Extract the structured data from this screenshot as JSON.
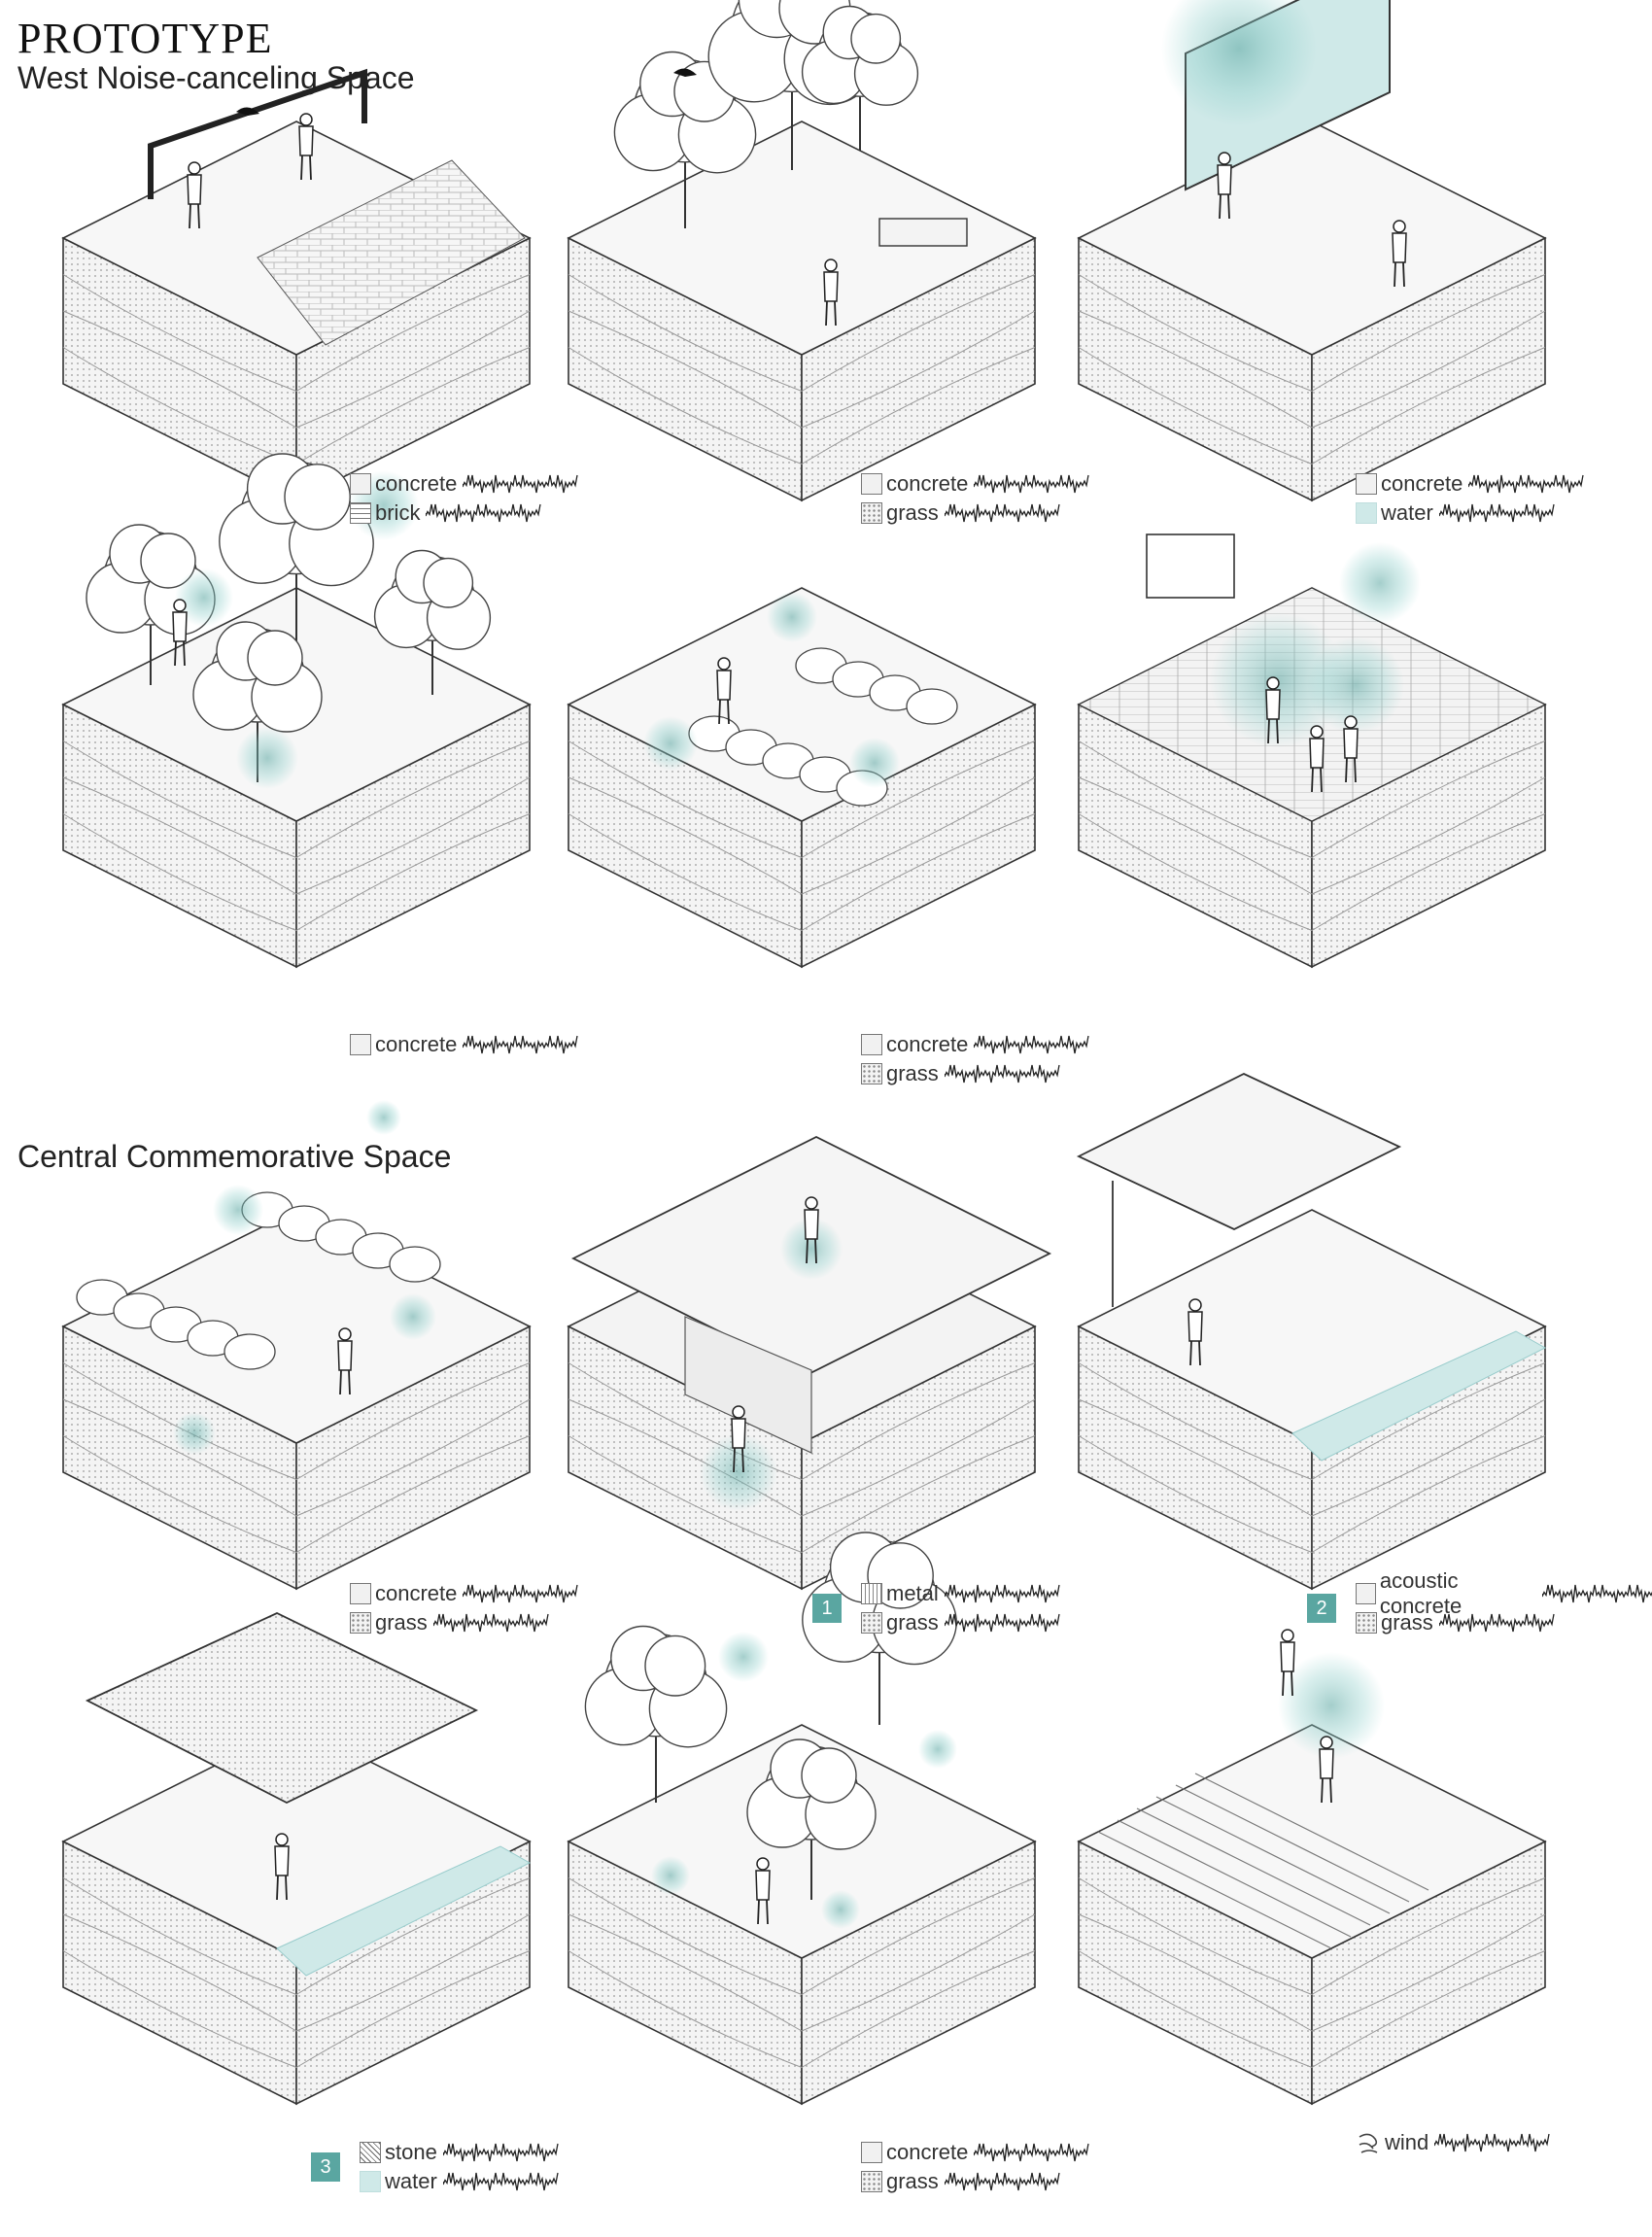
{
  "header": {
    "title": "PROTOTYPE",
    "section_west": "West Noise-canceling Space",
    "section_central": "Central Commemorative Space"
  },
  "legends": [
    {
      "items": [
        {
          "label": "concrete",
          "swatch": "concrete"
        },
        {
          "label": "brick",
          "swatch": "brick"
        }
      ]
    },
    {
      "items": [
        {
          "label": "concrete",
          "swatch": "concrete"
        },
        {
          "label": "grass",
          "swatch": "grass"
        }
      ]
    },
    {
      "items": [
        {
          "label": "concrete",
          "swatch": "concrete"
        },
        {
          "label": "water",
          "swatch": "water"
        }
      ]
    },
    {
      "items": [
        {
          "label": "concrete",
          "swatch": "concrete"
        }
      ]
    },
    {
      "items": [
        {
          "label": "concrete",
          "swatch": "concrete"
        },
        {
          "label": "grass",
          "swatch": "grass"
        }
      ]
    },
    {
      "items": [
        {
          "label": "concrete",
          "swatch": "concrete"
        },
        {
          "label": "grass",
          "swatch": "grass"
        }
      ]
    },
    {
      "badge": "1",
      "items": [
        {
          "label": "metal",
          "swatch": "metal"
        },
        {
          "label": "grass",
          "swatch": "grass"
        }
      ]
    },
    {
      "badge": "2",
      "items": [
        {
          "label": "acoustic concrete",
          "swatch": "concrete"
        },
        {
          "label": "grass",
          "swatch": "grass"
        }
      ]
    },
    {
      "badge": "3",
      "items": [
        {
          "label": "stone",
          "swatch": "stone"
        },
        {
          "label": "water",
          "swatch": "water"
        }
      ]
    },
    {
      "items": [
        {
          "label": "concrete",
          "swatch": "concrete"
        },
        {
          "label": "grass",
          "swatch": "grass"
        }
      ]
    },
    {
      "icon": "wind-icon",
      "items": [
        {
          "label": "wind",
          "swatch": "none"
        }
      ]
    }
  ],
  "colors": {
    "accent": "#5aa6a1",
    "halo": "#8fcfcb",
    "water": "#cfe9e8",
    "line": "#333333"
  }
}
